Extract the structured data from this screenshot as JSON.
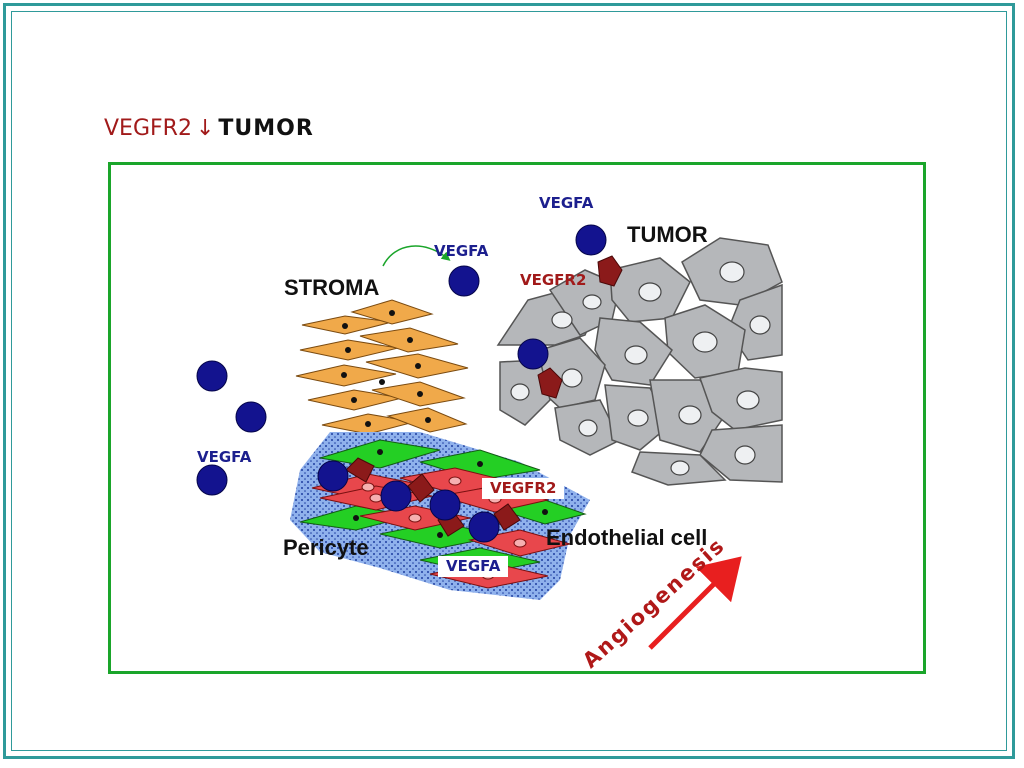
{
  "title": {
    "prefix": "VEGFR2",
    "arrow": "↓",
    "suffix": "TUMOR"
  },
  "labels": {
    "tumor": "TUMOR",
    "stroma": "STROMA",
    "pericyte": "Pericyte",
    "endothelial_cell": "Endothelial cell",
    "angiogenesis": "Angiogenesis",
    "vegfa_top": "VEGFA",
    "vegfa_upper": "VEGFA",
    "vegfa_left": "VEGFA",
    "vegfa_bottom": "VEGFA",
    "vegfr2_tumor": "VEGFR2",
    "vegfr2_vessel": "VEGFR2"
  },
  "colors": {
    "frame": "#2f9a9a",
    "panel_border": "#1aa52a",
    "vegfa_ligand": "#13138f",
    "vegfr2_receptor": "#8b1a1a",
    "stroma_cell": "#f0a94a",
    "tumor_cell": "#b5b7ba",
    "endothelial_cell": "#e8474c",
    "pericyte_cell": "#24cf24",
    "vessel_wall": "#7a9be0",
    "angiogenesis_arrow": "#e81f1f"
  }
}
